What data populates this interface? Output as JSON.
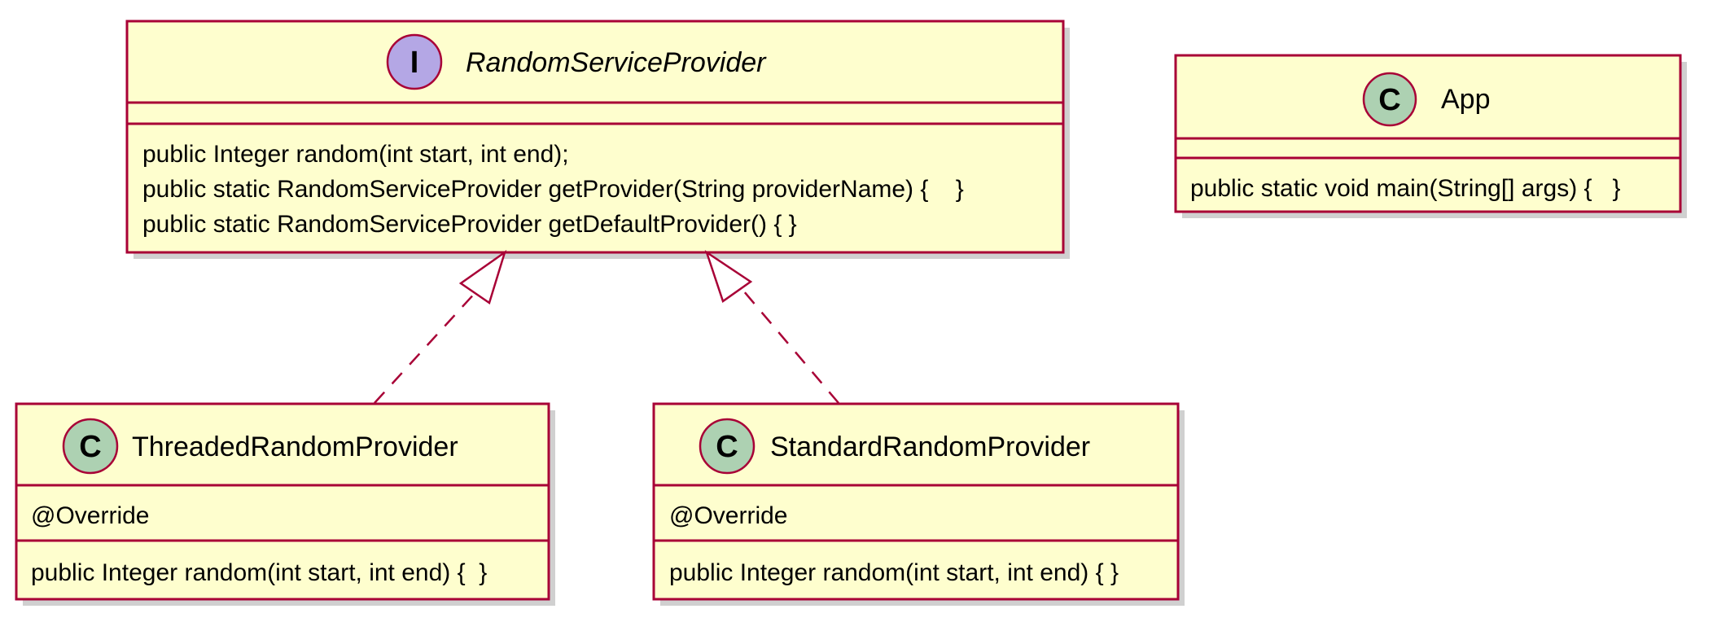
{
  "diagram": {
    "colors": {
      "box_fill": "#FEFECE",
      "border": "#A80036",
      "class_badge": "#ADD1B2",
      "interface_badge": "#B4A7E5",
      "text": "#000000"
    },
    "classes": {
      "random_service_provider": {
        "badge": "I",
        "name": "RandomServiceProvider",
        "fields": [],
        "methods": [
          "public Integer random(int start, int end);",
          "public static RandomServiceProvider getProvider(String providerName) {    }",
          "public static RandomServiceProvider getDefaultProvider() { }"
        ]
      },
      "app": {
        "badge": "C",
        "name": "App",
        "fields": [],
        "methods": [
          "public static void main(String[] args) {   }"
        ]
      },
      "threaded_random_provider": {
        "badge": "C",
        "name": "ThreadedRandomProvider",
        "fields": [
          "@Override"
        ],
        "methods": [
          "public Integer random(int start, int end) {  }"
        ]
      },
      "standard_random_provider": {
        "badge": "C",
        "name": "StandardRandomProvider",
        "fields": [
          "@Override"
        ],
        "methods": [
          "public Integer random(int start, int end) { }"
        ]
      }
    }
  }
}
